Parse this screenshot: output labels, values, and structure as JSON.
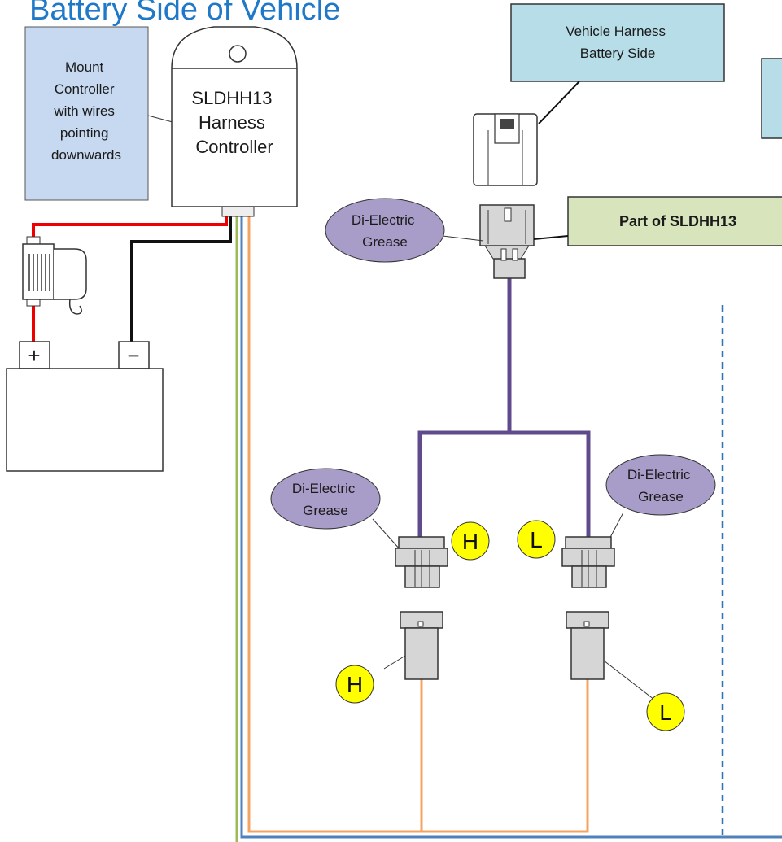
{
  "title": "Battery Side of Vehicle",
  "mount_note": [
    "Mount",
    "Controller",
    "with wires",
    "pointing",
    "downwards"
  ],
  "controller": [
    "SLDHH13",
    "Harness",
    "Controller"
  ],
  "vehicle_harness": [
    "Vehicle Harness",
    "Battery Side"
  ],
  "part_label": "Part of SLDHH13",
  "grease": [
    "Di-Electric",
    "Grease"
  ],
  "battery": {
    "plus": "+",
    "minus": "−"
  },
  "badges": {
    "high": "H",
    "low": "L"
  },
  "colors": {
    "title": "#1f78c8",
    "note_blue": "#c6d9f0",
    "harness_box": "#b7dde8",
    "part_box": "#d7e4bc",
    "grease_ellipse": "#a89cc8",
    "badge": "#ffff00",
    "wire_red": "#ee0000",
    "wire_black": "#111111",
    "wire_purple": "#5f4b8b",
    "wire_orange": "#f4a460",
    "wire_green": "#9bbb59",
    "wire_blue": "#4f81bd",
    "divider": "#2e75b6"
  },
  "icons": [
    "fuse-holder-icon",
    "battery-icon",
    "connector-icon"
  ]
}
